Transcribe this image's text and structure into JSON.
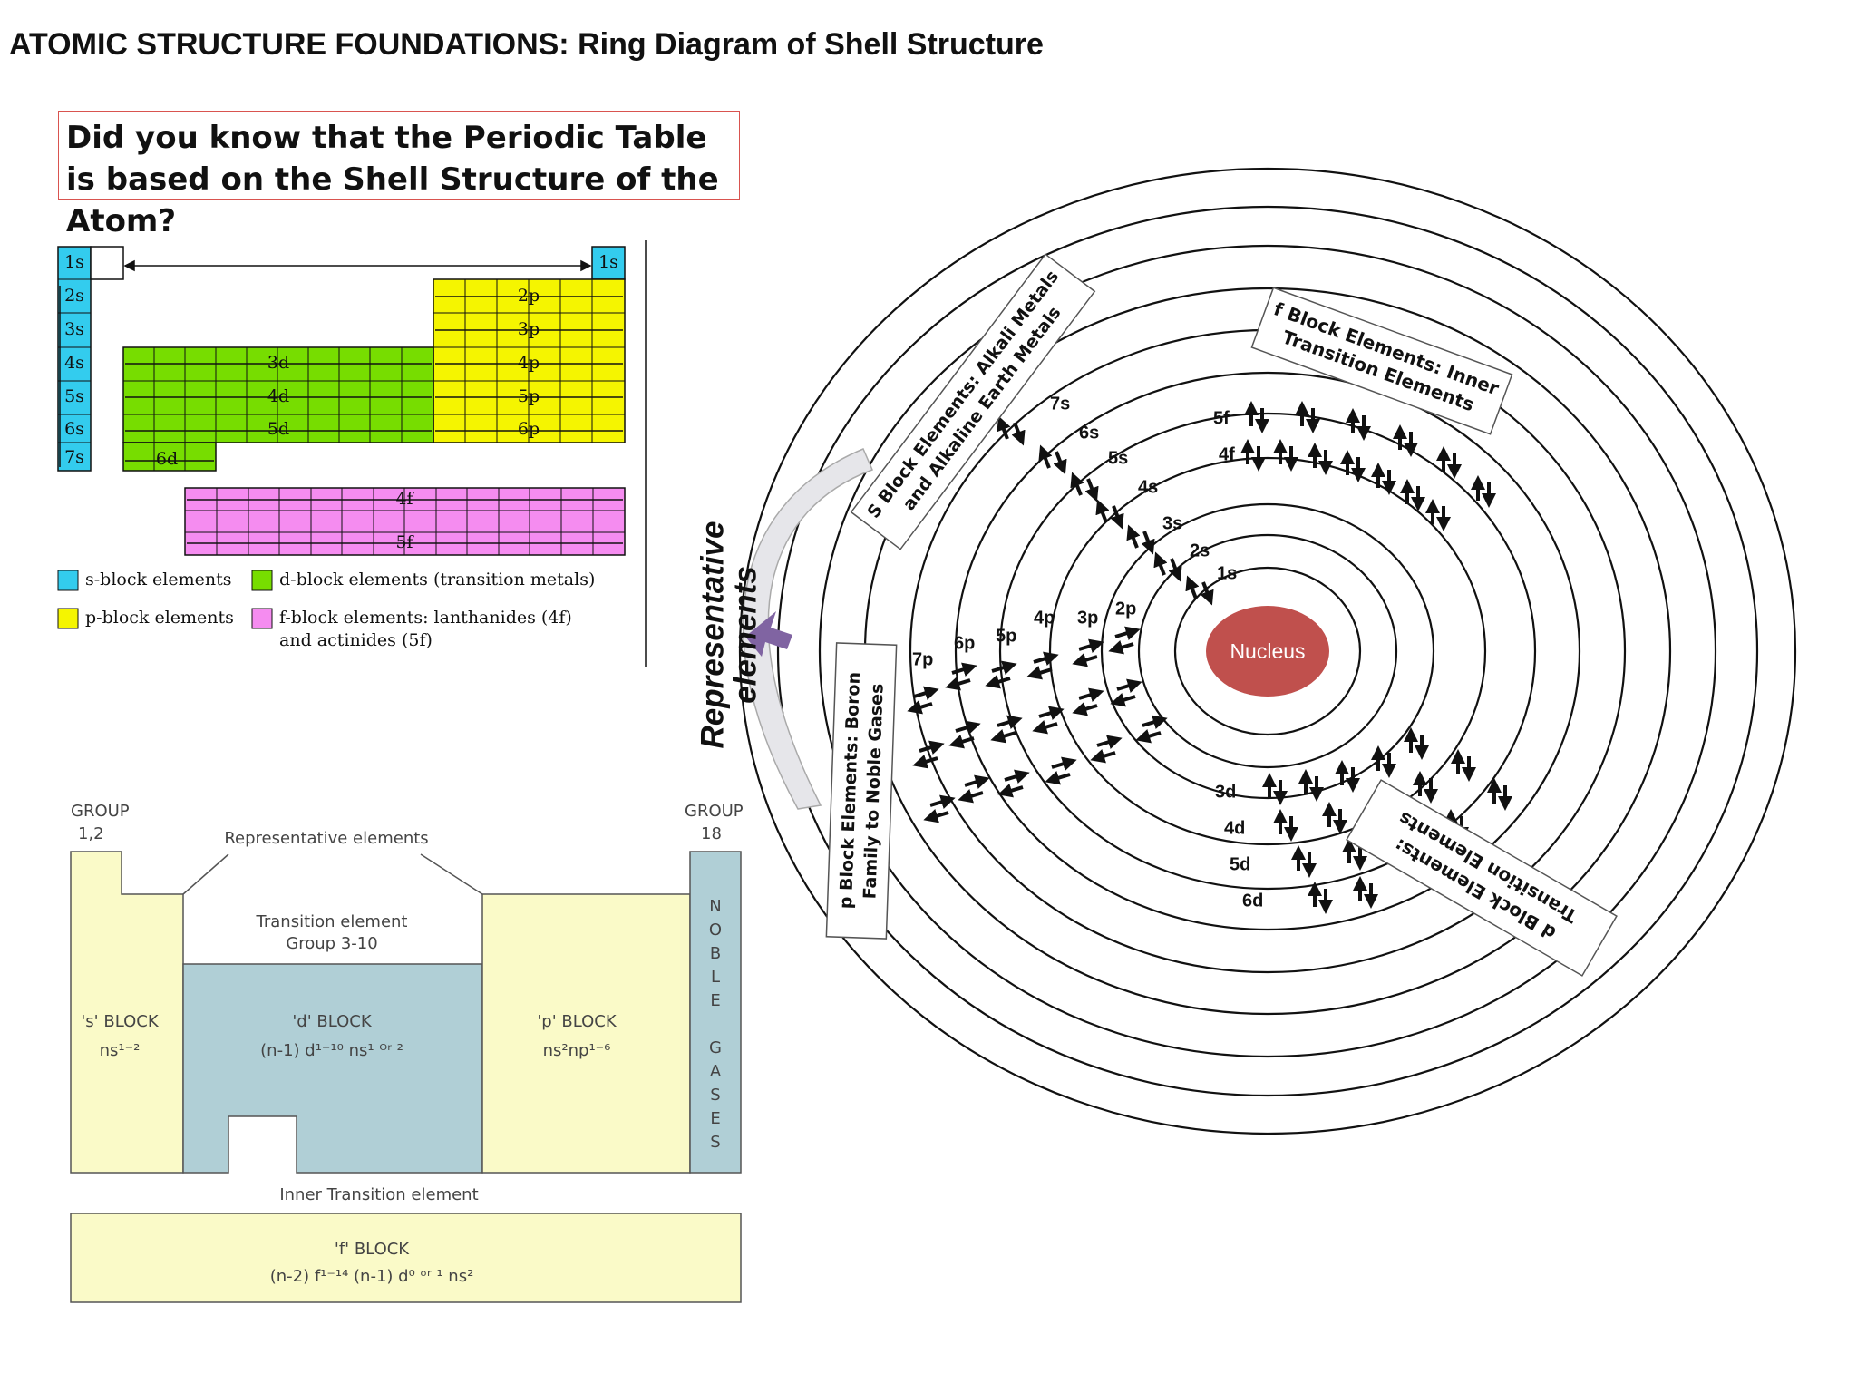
{
  "title": "ATOMIC STRUCTURE FOUNDATIONS: Ring Diagram of Shell Structure",
  "callout": "Did you know that the Periodic Table is based on the Shell Structure of the Atom?",
  "periodic_table": {
    "s_labels": [
      "1s",
      "2s",
      "3s",
      "4s",
      "5s",
      "6s",
      "7s"
    ],
    "he_label": "1s",
    "p_labels": [
      "2p",
      "3p",
      "4p",
      "5p",
      "6p"
    ],
    "d_labels": [
      "3d",
      "4d",
      "5d",
      "6d"
    ],
    "f_labels": [
      "4f",
      "5f"
    ],
    "legend": {
      "s": "s-block elements",
      "d": "d-block elements (transition metals)",
      "p": "p-block elements",
      "f_line1": "f-block elements: lanthanides (4f)",
      "f_line2": "and actinides (5f)"
    },
    "colors": {
      "s": "#33ccee",
      "p": "#f5f500",
      "d": "#77dd00",
      "f": "#f58cf0"
    }
  },
  "block_chart": {
    "group_left": [
      "GROUP",
      "1,2"
    ],
    "group_right": [
      "GROUP",
      "18"
    ],
    "representative": "Representative elements",
    "transition": [
      "Transition element",
      "Group 3-10"
    ],
    "s_block": [
      "'s' BLOCK",
      "ns¹⁻²"
    ],
    "d_block": [
      "'d' BLOCK",
      "(n-1) d¹⁻¹⁰ ns¹ ᴼʳ ²"
    ],
    "p_block": [
      "'p' BLOCK",
      "ns²np¹⁻⁶"
    ],
    "noble": [
      "N",
      "O",
      "B",
      "L",
      "E",
      "",
      "G",
      "A",
      "S",
      "E",
      "S"
    ],
    "inner_transition": "Inner Transition element",
    "f_block": [
      "'f' BLOCK",
      "(n-2) f¹⁻¹⁴ (n-1) d⁰ ᵒʳ ¹ ns²"
    ],
    "colors": {
      "s": "#fafac8",
      "d": "#b0cfd6",
      "noble": "#b0cfd6"
    }
  },
  "ring": {
    "nucleus": "Nucleus",
    "nucleus_color": "#c0504d",
    "arrow_color": "#8064a2",
    "representative": [
      "Representative",
      "elements"
    ],
    "s_labels": [
      "1s",
      "2s",
      "3s",
      "4s",
      "5s",
      "6s",
      "7s"
    ],
    "p_labels": [
      "2p",
      "3p",
      "4p",
      "5p",
      "6p",
      "7p"
    ],
    "d_labels": [
      "3d",
      "4d",
      "5d",
      "6d"
    ],
    "f_labels": [
      "4f",
      "5f"
    ],
    "box_s": [
      "S Block Elements: Alkali Metals",
      "and Alkaline Earth Metals"
    ],
    "box_f": [
      "f Block Elements: Inner",
      "Transition Elements"
    ],
    "box_p": [
      "p Block Elements: Boron",
      "Family to Noble Gases"
    ],
    "box_d": [
      "d Block Elements:",
      "Transition Elements"
    ]
  }
}
